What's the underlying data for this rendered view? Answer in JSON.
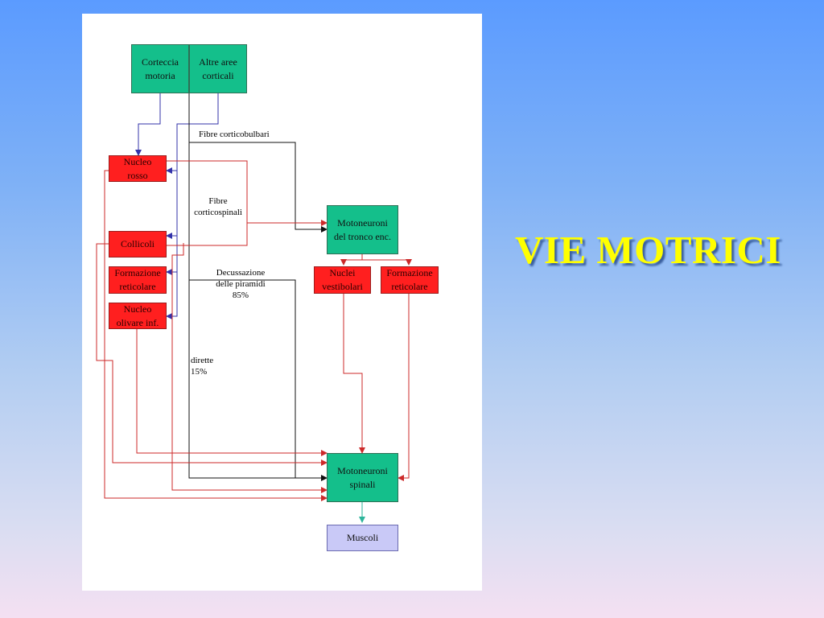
{
  "slide": {
    "title": "VIE MOTRICI"
  },
  "boxes": {
    "corteccia_motoria": {
      "line1": "Corteccia",
      "line2": "motoria"
    },
    "altre_aree": {
      "line1": "Altre aree",
      "line2": "corticali"
    },
    "nucleo_rosso": {
      "line1": "Nucleo",
      "line2": "rosso"
    },
    "collicoli": {
      "line1": "Collicoli"
    },
    "formazione_reticolare_left": {
      "line1": "Formazione",
      "line2": "reticolare"
    },
    "nucleo_olivare": {
      "line1": "Nucleo",
      "line2": "olivare inf."
    },
    "motoneuroni_tronco": {
      "line1": "Motoneuroni",
      "line2": "del tronco enc."
    },
    "nuclei_vestibolari": {
      "line1": "Nuclei",
      "line2": "vestibolari"
    },
    "formazione_reticolare_right": {
      "line1": "Formazione",
      "line2": "reticolare"
    },
    "motoneuroni_spinali": {
      "line1": "Motoneuroni",
      "line2": "spinali"
    },
    "muscoli": {
      "line1": "Muscoli"
    }
  },
  "labels": {
    "fibre_corticobulbari": "Fibre corticobulbari",
    "fibre_corticospinali": {
      "line1": "Fibre",
      "line2": "corticospinali"
    },
    "decussazione": {
      "line1": "Decussazione",
      "line2": "delle piramidi",
      "line3": "85%"
    },
    "dirette": {
      "line1": "dirette",
      "line2": "15%"
    }
  },
  "colors": {
    "green_box": "#14bf8b",
    "red_box": "#ff1f1f",
    "muscle_box": "#c9c9f7",
    "title_text": "#ffff00",
    "blue_arrow": "#3333aa",
    "red_arrow": "#cc2a2a",
    "black_arrow": "#111111",
    "teal_arrow": "#2cb49a"
  }
}
